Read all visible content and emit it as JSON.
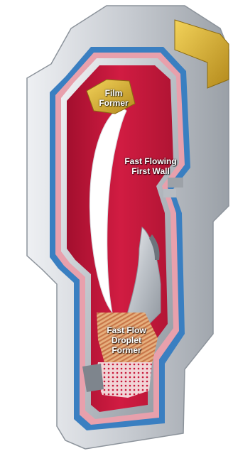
{
  "labels": {
    "film_former": [
      "Film",
      "Former"
    ],
    "first_wall": [
      "Fast Flowing",
      "First Wall"
    ],
    "droplet_former": [
      "Fast Flow",
      "Droplet",
      "Former"
    ]
  },
  "colors": {
    "outer_shell": "#c9ccd1",
    "shell_shadow": "#9da2a8",
    "blue_layer": "#3a7fc1",
    "red_flow": "#c8173a",
    "pink_layer": "#e8a0ac",
    "gold_component": "#d9b230",
    "droplet_orange": "#d98a5a"
  }
}
